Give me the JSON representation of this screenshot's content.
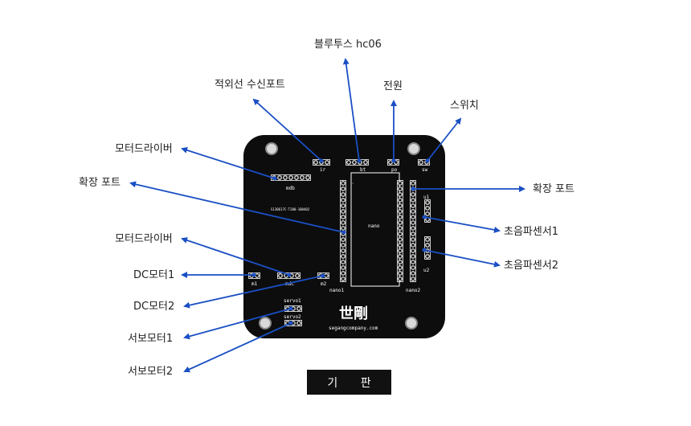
{
  "labels": {
    "bluetooth": "블루투스 hc06",
    "ir": "적외선 수신포트",
    "power": "전원",
    "switch": "스위치",
    "motor_driver_1": "모터드라이버",
    "expansion_left": "확장 포트",
    "expansion_right": "확장 포트",
    "ultrasonic_1": "초음파센서1",
    "ultrasonic_2": "초음파센서2",
    "motor_driver_2": "모터드라이버",
    "dc_motor_1": "DC모터1",
    "dc_motor_2": "DC모터2",
    "servo_1": "서보모터1",
    "servo_2": "서보모터2"
  },
  "board": {
    "silk_ir": "ir",
    "silk_bt": "bt",
    "silk_po": "po",
    "silk_sw": "sw",
    "silk_mdb": "mdb",
    "silk_mdc": "mdc",
    "silk_m1": "m1",
    "silk_m2": "m2",
    "silk_u1": "u1",
    "silk_u2": "u2",
    "silk_nano": "nano",
    "silk_nano1": "nano1",
    "silk_nano2": "nano2",
    "silk_servo1": "servo1",
    "silk_servo2": "servo2",
    "silk_code": "S130617C-T200-100402",
    "logo": "世剛",
    "company": "segangcompany.com"
  },
  "caption": "기 판",
  "colors": {
    "board": "#0d0d0d",
    "arrow": "#1a4fc4",
    "silk": "#ffffff"
  }
}
